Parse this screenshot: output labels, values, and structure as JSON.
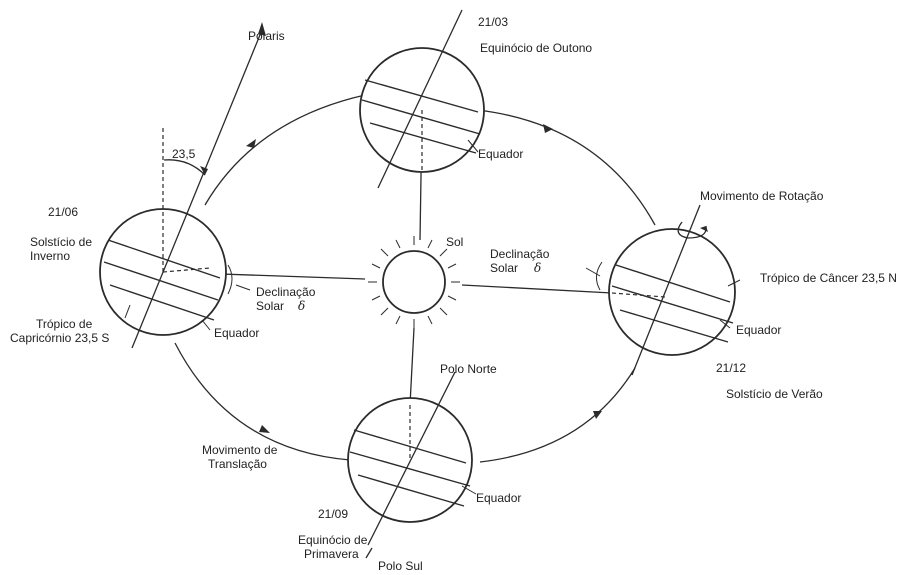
{
  "labels": {
    "polaris": "Polaris",
    "angle": "23,5",
    "date_jun": "21/06",
    "solstice_winter_1": "Solstício de",
    "solstice_winter_2": "Inverno",
    "tropic_capricorn_1": "Trópico de",
    "tropic_capricorn_2": "Capricórnio 23,5 S",
    "equator_left": "Equador",
    "declination_left_1": "Declinação",
    "declination_left_2": "Solar",
    "delta_left": "δ",
    "date_mar": "21/03",
    "equinox_autumn": "Equinócio de Outono",
    "equator_top": "Equador",
    "sun": "Sol",
    "movement_rotation": "Movimento de Rotação",
    "declination_right_1": "Declinação",
    "declination_right_2": "Solar",
    "delta_right": "δ",
    "tropic_cancer": "Trópico de Câncer 23,5 N",
    "equator_right": "Equador",
    "date_dec": "21/12",
    "solstice_summer": "Solstício de Verão",
    "north_pole": "Polo Norte",
    "movement_translation_1": "Movimento de",
    "movement_translation_2": "Translação",
    "equator_bottom": "Equador",
    "date_sep": "21/09",
    "equinox_spring_1": "Equinócio de",
    "equinox_spring_2": "Primavera",
    "south_pole": "Polo Sul"
  }
}
